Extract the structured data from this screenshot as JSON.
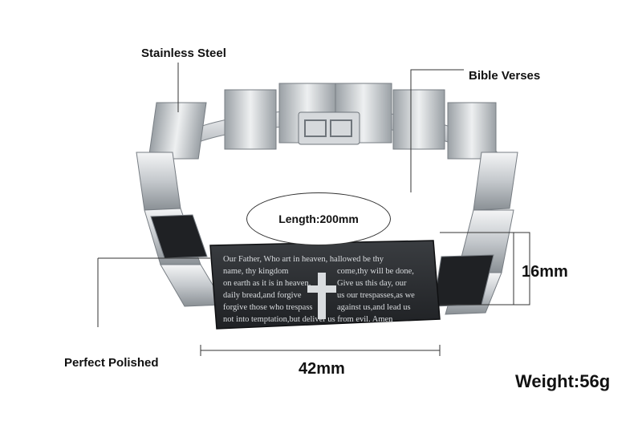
{
  "labels": {
    "stainless": "Stainless Steel",
    "bible": "Bible Verses",
    "length": "Length:200mm",
    "polished": "Perfect Polished",
    "width_16": "16mm",
    "width_42": "42mm",
    "weight": "Weight:56g"
  },
  "plate_text": {
    "line1": "Our Father, Who art in heaven, hallowed be thy",
    "line2a": "name, thy kingdom",
    "line2b": "come,thy will be done,",
    "line3a": "on earth as it is in heaven.",
    "line3b": "Give us this day, our",
    "line4a": "daily bread,and forgive",
    "line4b": "us our trespasses,as we",
    "line5a": "forgive those who trespass",
    "line5b": "against us,and lead us",
    "line6": "not into temptation,but deliver us from evil. Amen"
  },
  "colors": {
    "steel_light": "#e6e8ea",
    "steel_mid": "#b9bdc1",
    "steel_dark": "#7d8389",
    "plate": "#2b2d30",
    "engraving": "#d9dcdf"
  }
}
